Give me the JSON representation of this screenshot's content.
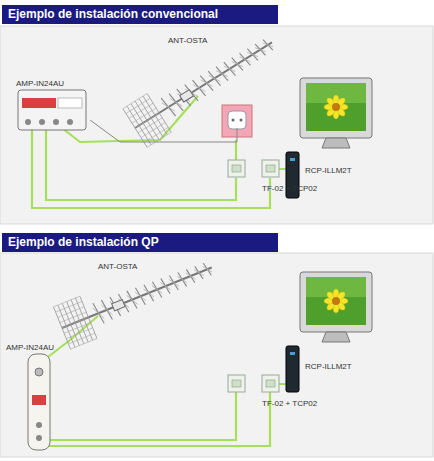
{
  "diagram": {
    "nodes": [
      {
        "text": [
          "Ejemplo de instalación convencional"
        ]
      },
      {
        "text": [
          "Ejemplo de instalación QP"
        ]
      }
    ],
    "labels": [
      "ANT-OSTA",
      "AMP-IN24AU",
      "RCP-ILLM2T",
      "TF-02 + TCP02",
      "ANT-OSTA",
      "AMP-IN24AU",
      "RCP-ILLM2T",
      "TF-02 + TCP02"
    ]
  }
}
